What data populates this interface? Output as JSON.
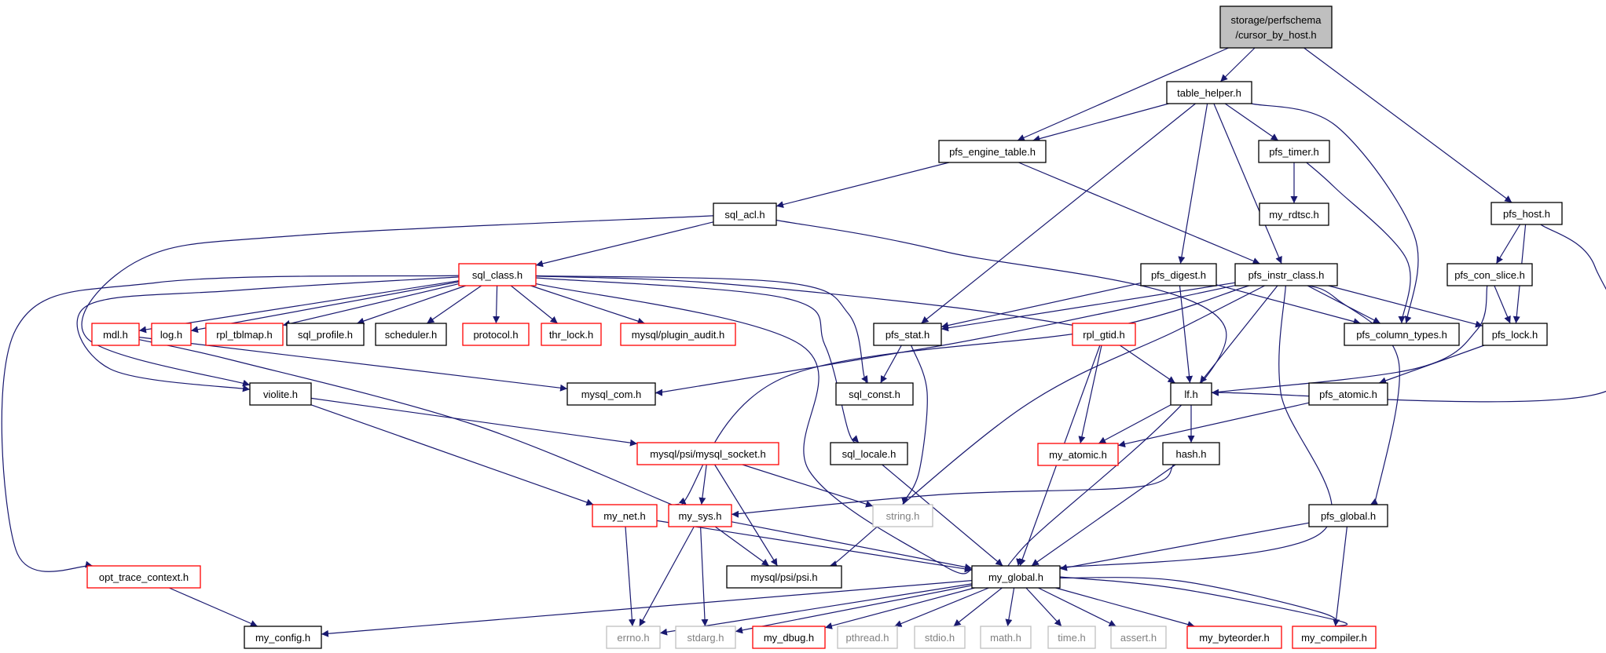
{
  "title": "storage/perfschema/cursor_by_host.h",
  "colors": {
    "edge": "#191970",
    "root_fill": "#bfbfbf",
    "documented_border": "#000000",
    "truncated_border": "#ff0000",
    "external_border": "#bfbfbf",
    "external_text": "#808080"
  },
  "nodes": [
    {
      "id": "root",
      "label": "storage/perfschema\n/cursor_by_host.h",
      "kind": "root"
    },
    {
      "id": "table_helper",
      "label": "table_helper.h",
      "kind": "documented"
    },
    {
      "id": "pfs_engine_table",
      "label": "pfs_engine_table.h",
      "kind": "documented"
    },
    {
      "id": "pfs_host",
      "label": "pfs_host.h",
      "kind": "documented"
    },
    {
      "id": "sql_acl",
      "label": "sql_acl.h",
      "kind": "documented"
    },
    {
      "id": "pfs_timer",
      "label": "pfs_timer.h",
      "kind": "documented"
    },
    {
      "id": "my_rdtsc",
      "label": "my_rdtsc.h",
      "kind": "documented"
    },
    {
      "id": "sql_class",
      "label": "sql_class.h",
      "kind": "truncated"
    },
    {
      "id": "pfs_digest",
      "label": "pfs_digest.h",
      "kind": "documented"
    },
    {
      "id": "pfs_instr_class",
      "label": "pfs_instr_class.h",
      "kind": "documented"
    },
    {
      "id": "pfs_con_slice",
      "label": "pfs_con_slice.h",
      "kind": "documented"
    },
    {
      "id": "mdl",
      "label": "mdl.h",
      "kind": "truncated"
    },
    {
      "id": "log",
      "label": "log.h",
      "kind": "truncated"
    },
    {
      "id": "rpl_tblmap",
      "label": "rpl_tblmap.h",
      "kind": "truncated"
    },
    {
      "id": "sql_profile",
      "label": "sql_profile.h",
      "kind": "documented"
    },
    {
      "id": "scheduler",
      "label": "scheduler.h",
      "kind": "documented"
    },
    {
      "id": "protocol",
      "label": "protocol.h",
      "kind": "truncated"
    },
    {
      "id": "thr_lock",
      "label": "thr_lock.h",
      "kind": "truncated"
    },
    {
      "id": "plugin_audit",
      "label": "mysql/plugin_audit.h",
      "kind": "truncated"
    },
    {
      "id": "pfs_stat",
      "label": "pfs_stat.h",
      "kind": "documented"
    },
    {
      "id": "rpl_gtid",
      "label": "rpl_gtid.h",
      "kind": "truncated"
    },
    {
      "id": "pfs_column_types",
      "label": "pfs_column_types.h",
      "kind": "documented"
    },
    {
      "id": "pfs_lock",
      "label": "pfs_lock.h",
      "kind": "documented"
    },
    {
      "id": "violite",
      "label": "violite.h",
      "kind": "documented"
    },
    {
      "id": "mysql_com",
      "label": "mysql_com.h",
      "kind": "documented"
    },
    {
      "id": "sql_const",
      "label": "sql_const.h",
      "kind": "documented"
    },
    {
      "id": "lf",
      "label": "lf.h",
      "kind": "documented"
    },
    {
      "id": "pfs_atomic",
      "label": "pfs_atomic.h",
      "kind": "documented"
    },
    {
      "id": "mysql_socket",
      "label": "mysql/psi/mysql_socket.h",
      "kind": "truncated"
    },
    {
      "id": "sql_locale",
      "label": "sql_locale.h",
      "kind": "documented"
    },
    {
      "id": "my_atomic",
      "label": "my_atomic.h",
      "kind": "truncated"
    },
    {
      "id": "hash",
      "label": "hash.h",
      "kind": "documented"
    },
    {
      "id": "my_net",
      "label": "my_net.h",
      "kind": "truncated"
    },
    {
      "id": "my_sys",
      "label": "my_sys.h",
      "kind": "truncated"
    },
    {
      "id": "string",
      "label": "string.h",
      "kind": "external"
    },
    {
      "id": "pfs_global",
      "label": "pfs_global.h",
      "kind": "documented"
    },
    {
      "id": "opt_trace_context",
      "label": "opt_trace_context.h",
      "kind": "truncated"
    },
    {
      "id": "mysql_psi",
      "label": "mysql/psi/psi.h",
      "kind": "documented"
    },
    {
      "id": "my_global",
      "label": "my_global.h",
      "kind": "documented"
    },
    {
      "id": "my_config",
      "label": "my_config.h",
      "kind": "documented"
    },
    {
      "id": "errno",
      "label": "errno.h",
      "kind": "external"
    },
    {
      "id": "stdarg",
      "label": "stdarg.h",
      "kind": "external"
    },
    {
      "id": "my_dbug",
      "label": "my_dbug.h",
      "kind": "truncated"
    },
    {
      "id": "pthread",
      "label": "pthread.h",
      "kind": "external"
    },
    {
      "id": "stdio",
      "label": "stdio.h",
      "kind": "external"
    },
    {
      "id": "math",
      "label": "math.h",
      "kind": "external"
    },
    {
      "id": "time",
      "label": "time.h",
      "kind": "external"
    },
    {
      "id": "assert",
      "label": "assert.h",
      "kind": "external"
    },
    {
      "id": "my_byteorder",
      "label": "my_byteorder.h",
      "kind": "truncated"
    },
    {
      "id": "my_compiler",
      "label": "my_compiler.h",
      "kind": "truncated"
    }
  ],
  "edges": [
    [
      "root",
      "table_helper"
    ],
    [
      "root",
      "pfs_engine_table"
    ],
    [
      "root",
      "pfs_host"
    ],
    [
      "table_helper",
      "pfs_engine_table"
    ],
    [
      "table_helper",
      "pfs_timer"
    ],
    [
      "table_helper",
      "pfs_digest"
    ],
    [
      "table_helper",
      "pfs_instr_class"
    ],
    [
      "table_helper",
      "pfs_stat"
    ],
    [
      "table_helper",
      "pfs_column_types"
    ],
    [
      "pfs_engine_table",
      "sql_acl"
    ],
    [
      "pfs_engine_table",
      "pfs_instr_class"
    ],
    [
      "pfs_timer",
      "my_rdtsc"
    ],
    [
      "pfs_timer",
      "pfs_column_types"
    ],
    [
      "pfs_host",
      "pfs_con_slice"
    ],
    [
      "pfs_host",
      "pfs_lock"
    ],
    [
      "pfs_host",
      "lf"
    ],
    [
      "pfs_con_slice",
      "pfs_lock"
    ],
    [
      "pfs_con_slice",
      "lf"
    ],
    [
      "sql_acl",
      "sql_class"
    ],
    [
      "sql_acl",
      "violite"
    ],
    [
      "sql_acl",
      "my_global"
    ],
    [
      "sql_class",
      "mdl"
    ],
    [
      "sql_class",
      "log"
    ],
    [
      "sql_class",
      "rpl_tblmap"
    ],
    [
      "sql_class",
      "sql_profile"
    ],
    [
      "sql_class",
      "scheduler"
    ],
    [
      "sql_class",
      "protocol"
    ],
    [
      "sql_class",
      "thr_lock"
    ],
    [
      "sql_class",
      "plugin_audit"
    ],
    [
      "sql_class",
      "rpl_gtid"
    ],
    [
      "sql_class",
      "sql_const"
    ],
    [
      "sql_class",
      "sql_locale"
    ],
    [
      "sql_class",
      "violite"
    ],
    [
      "sql_class",
      "opt_trace_context"
    ],
    [
      "sql_class",
      "my_global"
    ],
    [
      "pfs_digest",
      "pfs_stat"
    ],
    [
      "pfs_digest",
      "lf"
    ],
    [
      "pfs_digest",
      "pfs_column_types"
    ],
    [
      "pfs_instr_class",
      "pfs_stat"
    ],
    [
      "pfs_instr_class",
      "pfs_column_types"
    ],
    [
      "pfs_instr_class",
      "pfs_lock"
    ],
    [
      "pfs_instr_class",
      "lf"
    ],
    [
      "pfs_instr_class",
      "mysql_com"
    ],
    [
      "pfs_instr_class",
      "my_sys"
    ],
    [
      "pfs_instr_class",
      "mysql_psi"
    ],
    [
      "pfs_instr_class",
      "my_global"
    ],
    [
      "pfs_instr_class",
      "pfs_global"
    ],
    [
      "pfs_stat",
      "sql_const"
    ],
    [
      "pfs_stat",
      "string"
    ],
    [
      "mdl",
      "mysql_com"
    ],
    [
      "mdl",
      "my_sys"
    ],
    [
      "rpl_gtid",
      "lf"
    ],
    [
      "rpl_gtid",
      "my_atomic"
    ],
    [
      "rpl_gtid",
      "my_global"
    ],
    [
      "pfs_lock",
      "pfs_atomic"
    ],
    [
      "pfs_atomic",
      "my_atomic"
    ],
    [
      "lf",
      "my_atomic"
    ],
    [
      "lf",
      "hash"
    ],
    [
      "violite",
      "mysql_socket"
    ],
    [
      "violite",
      "my_net"
    ],
    [
      "mysql_socket",
      "my_sys"
    ],
    [
      "mysql_socket",
      "string"
    ],
    [
      "mysql_socket",
      "mysql_psi"
    ],
    [
      "sql_locale",
      "my_global"
    ],
    [
      "hash",
      "my_sys"
    ],
    [
      "hash",
      "my_global"
    ],
    [
      "my_net",
      "errno"
    ],
    [
      "my_net",
      "my_global"
    ],
    [
      "my_sys",
      "errno"
    ],
    [
      "my_sys",
      "stdarg"
    ],
    [
      "my_sys",
      "mysql_psi"
    ],
    [
      "my_sys",
      "my_global"
    ],
    [
      "pfs_global",
      "my_global"
    ],
    [
      "pfs_global",
      "my_compiler"
    ],
    [
      "opt_trace_context",
      "my_config"
    ],
    [
      "my_global",
      "my_config"
    ],
    [
      "my_global",
      "errno"
    ],
    [
      "my_global",
      "stdarg"
    ],
    [
      "my_global",
      "my_dbug"
    ],
    [
      "my_global",
      "pthread"
    ],
    [
      "my_global",
      "stdio"
    ],
    [
      "my_global",
      "math"
    ],
    [
      "my_global",
      "time"
    ],
    [
      "my_global",
      "assert"
    ],
    [
      "my_global",
      "my_byteorder"
    ],
    [
      "my_global",
      "my_compiler"
    ],
    [
      "my_compiler",
      "my_global"
    ]
  ]
}
